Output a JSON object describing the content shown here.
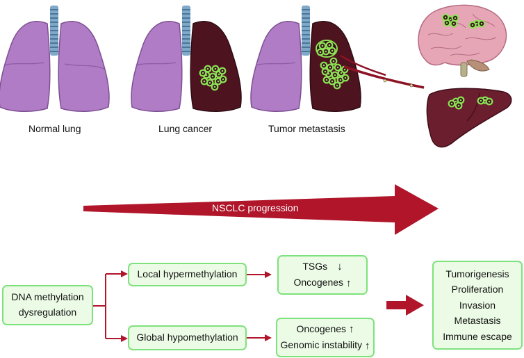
{
  "stages": [
    {
      "label": "Normal lung"
    },
    {
      "label": "Lung cancer"
    },
    {
      "label": "Tumor metastasis"
    }
  ],
  "progression_label": "NSCLC progression",
  "source": {
    "line1": "DNA methylation",
    "line2": "dysregulation"
  },
  "branches": [
    {
      "label": "Local hypermethylation",
      "effects": [
        {
          "text": "TSGs",
          "dir": "↓"
        },
        {
          "text": "Oncogenes",
          "dir": "↑"
        }
      ]
    },
    {
      "label": "Global hypomethylation",
      "effects": [
        {
          "text": "Oncogenes",
          "dir": "↑"
        },
        {
          "text": "Genomic instability",
          "dir": "↑"
        }
      ]
    }
  ],
  "outcomes": [
    "Tumorigenesis",
    "Proliferation",
    "Invasion",
    "Metastasis",
    "Immune escape"
  ],
  "colors": {
    "lung_normal": "#b07cc6",
    "lung_tumor": "#4d1420",
    "trachea": "#7fa8c9",
    "arrow": "#b0152a",
    "cell_ring": "#8ee255",
    "box_fill": "#ecfbe6",
    "box_border": "#7ee27c",
    "brain": "#e6a6b6",
    "liver": "#6b1e2e"
  }
}
